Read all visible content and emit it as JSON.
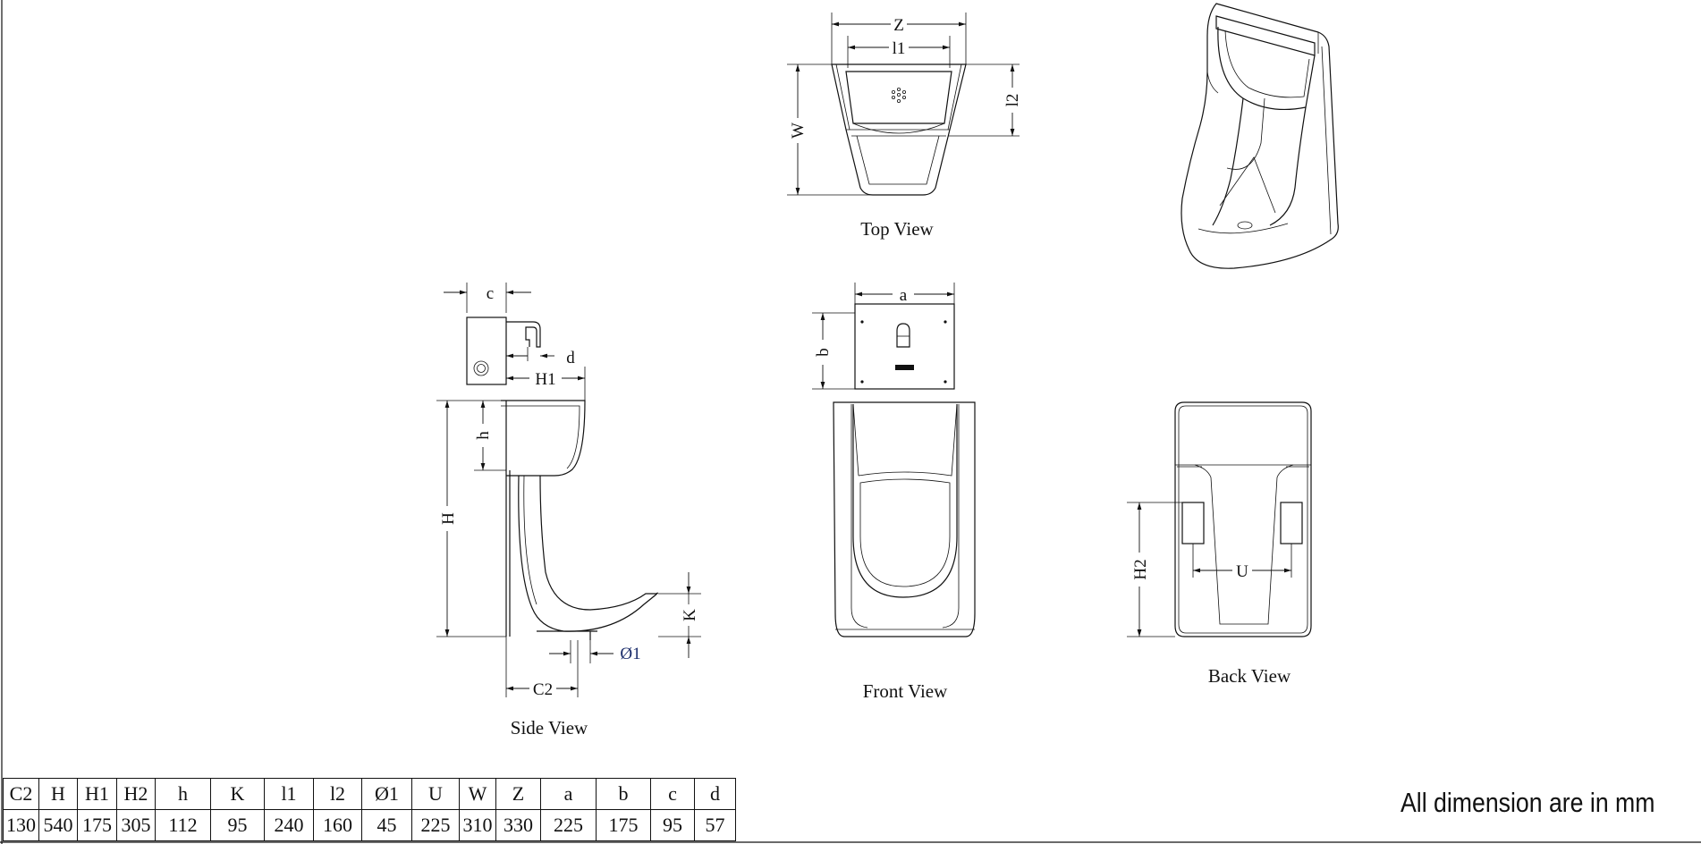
{
  "views": {
    "top": "Top View",
    "side": "Side View",
    "front": "Front View",
    "back": "Back View"
  },
  "dimension_labels": {
    "Z": "Z",
    "l1": "l1",
    "W": "W",
    "l2": "l2",
    "c": "c",
    "d": "d",
    "H1": "H1",
    "h": "h",
    "H": "H",
    "K": "K",
    "phi1": "Ø1",
    "C2": "C2",
    "a": "a",
    "b": "b",
    "H2": "H2",
    "U": "U"
  },
  "table": {
    "headers": [
      "C2",
      "H",
      "H1",
      "H2",
      "h",
      "K",
      "l1",
      "l2",
      "Ø1",
      "U",
      "W",
      "Z",
      "a",
      "b",
      "c",
      "d"
    ],
    "values": [
      "130",
      "540",
      "175",
      "305",
      "112",
      "95",
      "240",
      "160",
      "45",
      "225",
      "310",
      "330",
      "225",
      "175",
      "95",
      "57"
    ]
  },
  "note": "All dimension are in mm",
  "colors": {
    "line": "#111111",
    "phi_label": "#1b2d6b"
  }
}
